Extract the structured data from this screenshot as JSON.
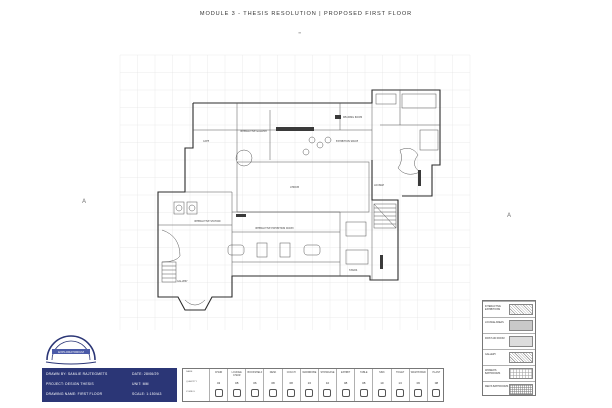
{
  "sheet": {
    "title": "MODULE 3 - THESIS RESOLUTION | PROPOSED FIRST FLOOR"
  },
  "section_marks": [
    "A",
    "A"
  ],
  "rooms": [
    {
      "id": "r1",
      "label": "INTERACTIVE GALLERY"
    },
    {
      "id": "r2",
      "label": "READING ROOM"
    },
    {
      "id": "r3",
      "label": "EXHIBITION SPACE"
    },
    {
      "id": "r4",
      "label": "INTERACTIVE STATION"
    },
    {
      "id": "r5",
      "label": "CAFE"
    },
    {
      "id": "r6",
      "label": "LOUNGE"
    },
    {
      "id": "r7",
      "label": "INTERACTIVE EXHIBITION ROOM"
    },
    {
      "id": "r8",
      "label": "ATRIUM"
    },
    {
      "id": "r9",
      "label": "GALLERY"
    },
    {
      "id": "r10",
      "label": "STAIRS"
    }
  ],
  "title_block": {
    "drawn_by": "DRAWN BY: SAMLIE RAJTEGMETS",
    "project": "PROJECT: DESIGN THESIS",
    "drawing": "DRAWING NAME: FIRST FLOOR",
    "date": "DATE: 28/06/29",
    "unit": "UNIT: MM",
    "scale": "SCALE: 1:150/A3",
    "logo_text": "EXPLORATORIUM"
  },
  "schedule": {
    "row_labels": [
      "NAME",
      "QUANTITY",
      "SYMBOL"
    ],
    "columns": [
      {
        "name": "CHAIR",
        "qty": "43"
      },
      {
        "name": "LOUNGE CHAIR",
        "qty": "08"
      },
      {
        "name": "BOOKSHELF",
        "qty": "06"
      },
      {
        "name": "DESK",
        "qty": "08"
      },
      {
        "name": "COUCH",
        "qty": "08"
      },
      {
        "name": "WARDROBE",
        "qty": "16"
      },
      {
        "name": "SHOWCASE",
        "qty": "10"
      },
      {
        "name": "EXHIBIT",
        "qty": "08"
      },
      {
        "name": "TABLE",
        "qty": "08"
      },
      {
        "name": "SINK",
        "qty": "10"
      },
      {
        "name": "TOILET",
        "qty": "13"
      },
      {
        "name": "WASHSTAND",
        "qty": "06"
      },
      {
        "name": "PLANT",
        "qty": "08"
      }
    ]
  },
  "legend": [
    {
      "label": "INTERACTIVE EXHIBITIONS",
      "pattern": "lines"
    },
    {
      "label": "LOUNGE AREAS",
      "pattern": "grey"
    },
    {
      "label": "FIRST AID ROOM",
      "pattern": "dots"
    },
    {
      "label": "GALLERY",
      "pattern": "hatch"
    },
    {
      "label": "WOMEN'S BATHROOMS",
      "pattern": "tiles"
    },
    {
      "label": "MEN'S BATHROOMS",
      "pattern": "tiles2"
    }
  ],
  "colors": {
    "title_block_bg": "#2b3676",
    "wall": "#2b2b2b",
    "grid": "#e2e2e2"
  }
}
